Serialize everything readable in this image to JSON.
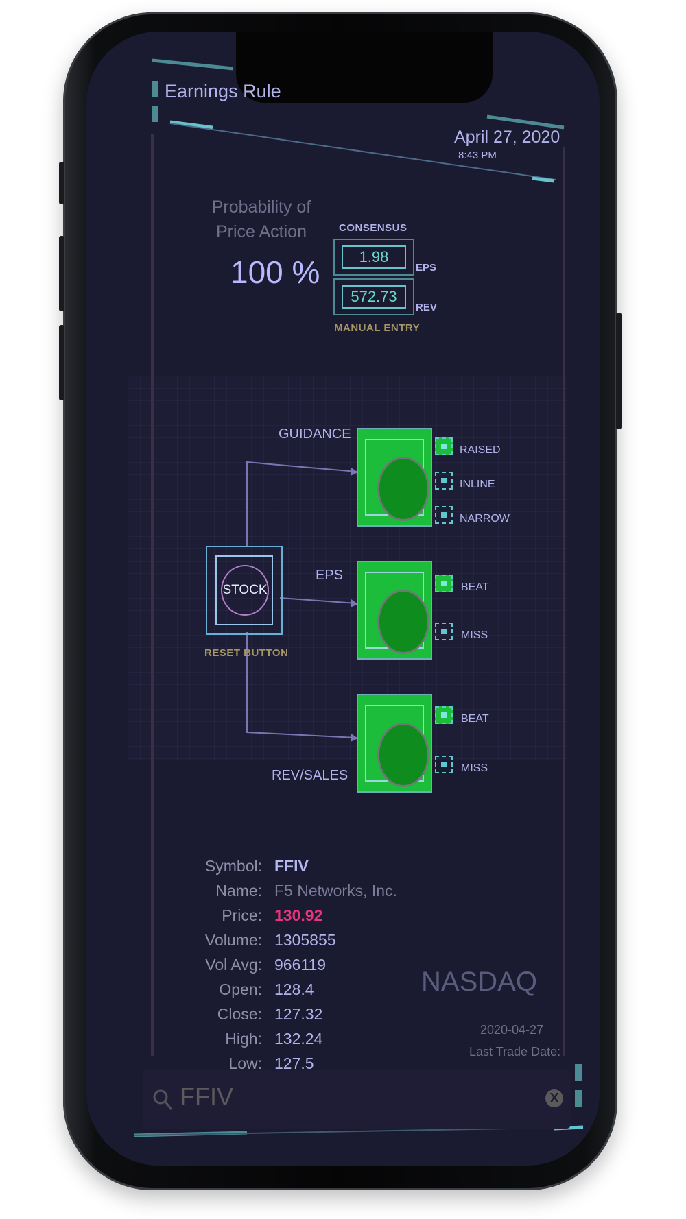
{
  "app": {
    "title": "Earnings Rule",
    "date": "April 27, 2020",
    "time": "8:43 PM"
  },
  "probability": {
    "label": "Probability of Price Action",
    "value": "100 %"
  },
  "consensus": {
    "heading": "CONSENSUS",
    "eps_value": "1.98",
    "eps_unit": "EPS",
    "rev_value": "572.73",
    "rev_unit": "REV",
    "manual_entry": "MANUAL ENTRY"
  },
  "diagram": {
    "stock_label": "STOCK",
    "reset_label": "RESET BUTTON",
    "guidance": {
      "label": "GUIDANCE",
      "options": [
        "RAISED",
        "INLINE",
        "NARROW"
      ],
      "selected": "RAISED"
    },
    "eps": {
      "label": "EPS",
      "options": [
        "BEAT",
        "MISS"
      ],
      "selected": "BEAT"
    },
    "rev": {
      "label": "REV/SALES",
      "options": [
        "BEAT",
        "MISS"
      ],
      "selected": "BEAT"
    }
  },
  "quote": {
    "symbol_label": "Symbol:",
    "symbol": "FFIV",
    "name_label": "Name:",
    "name": "F5 Networks, Inc.",
    "price_label": "Price:",
    "price": "130.92",
    "volume_label": "Volume:",
    "volume": "1305855",
    "volavg_label": "Vol Avg:",
    "volavg": "966119",
    "open_label": "Open:",
    "open": "128.4",
    "close_label": "Close:",
    "close": "127.32",
    "high_label": "High:",
    "high": "132.24",
    "low_label": "Low:",
    "low": "127.5",
    "exchange": "NASDAQ",
    "last_trade_date": "2020-04-27",
    "last_trade_label": "Last Trade Date:"
  },
  "search": {
    "value": "FFIV",
    "clear_glyph": "X"
  },
  "colors": {
    "background": "#1a1a30",
    "accent_teal": "#5ec8cf",
    "active_green": "#1dbd3c",
    "price_pink": "#e8347d",
    "label_gold": "#a59666"
  }
}
